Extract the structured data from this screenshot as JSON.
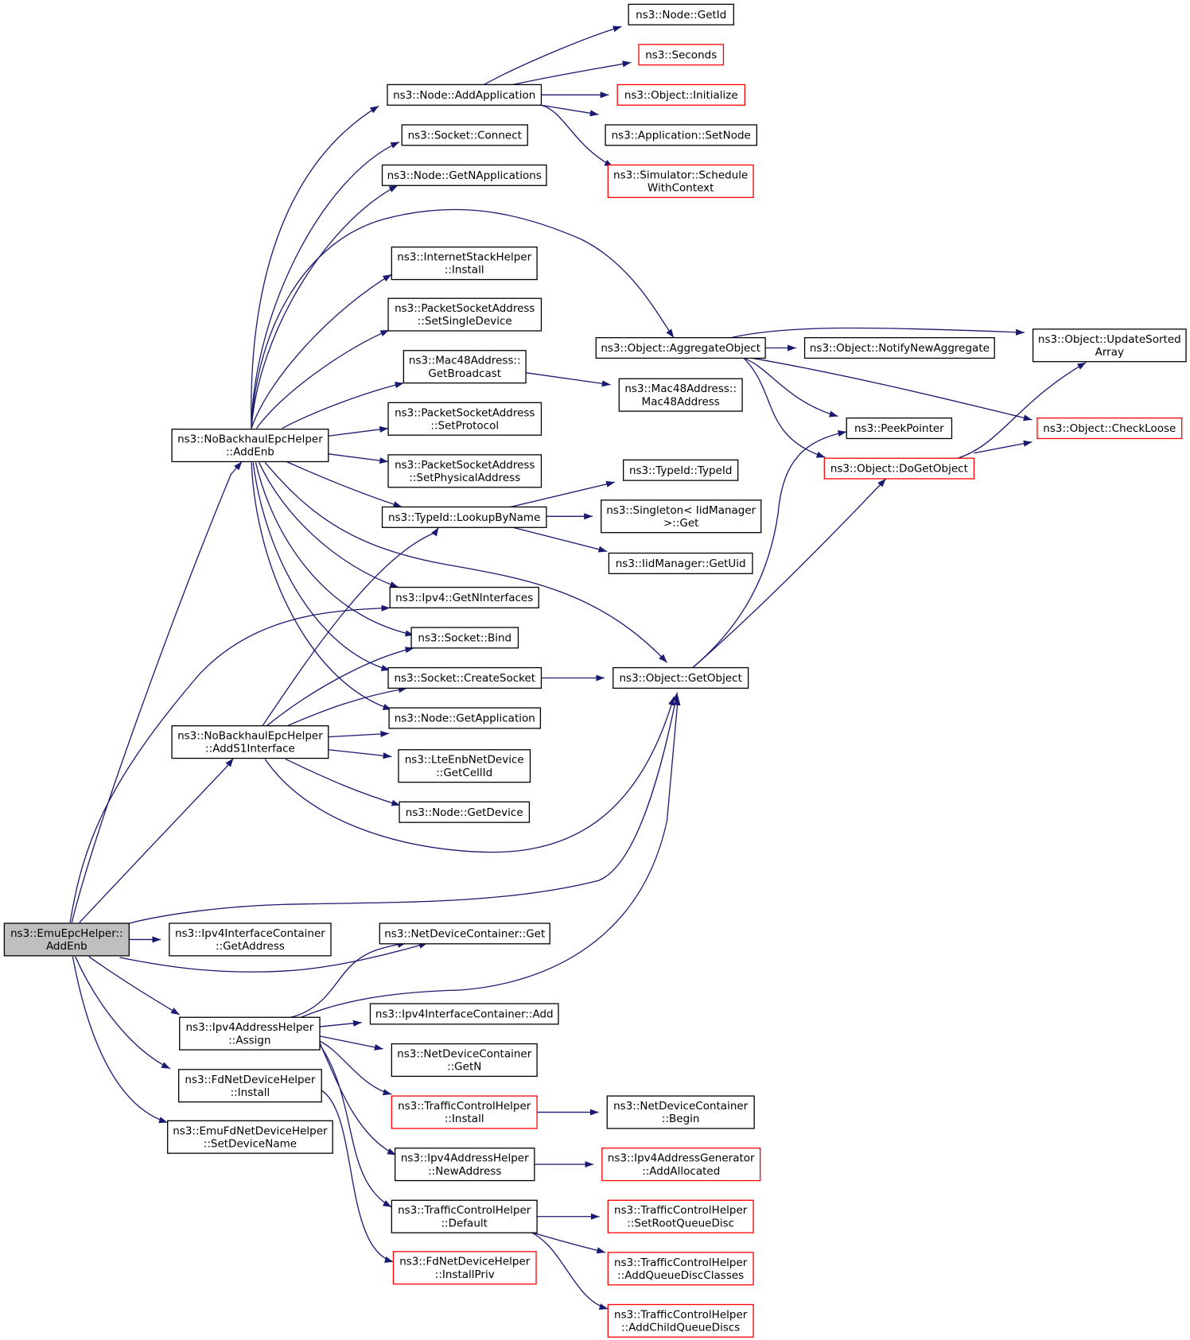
{
  "nodes": [
    {
      "id": "emu_addenb",
      "lines": [
        "ns3::EmuEpcHelper::",
        "AddEnb"
      ],
      "style": "root"
    },
    {
      "id": "nb_addenb",
      "lines": [
        "ns3::NoBackhaulEpcHelper",
        "::AddEnb"
      ],
      "style": "normal"
    },
    {
      "id": "nb_adds1",
      "lines": [
        "ns3::NoBackhaulEpcHelper",
        "::AddS1Interface"
      ],
      "style": "normal"
    },
    {
      "id": "ipv4ic_getaddr",
      "lines": [
        "ns3::Ipv4InterfaceContainer",
        "::GetAddress"
      ],
      "style": "normal"
    },
    {
      "id": "ipv4ah_assign",
      "lines": [
        "ns3::Ipv4AddressHelper",
        "::Assign"
      ],
      "style": "normal"
    },
    {
      "id": "fdnd_install",
      "lines": [
        "ns3::FdNetDeviceHelper",
        "::Install"
      ],
      "style": "normal"
    },
    {
      "id": "emufd_setdev",
      "lines": [
        "ns3::EmuFdNetDeviceHelper",
        "::SetDeviceName"
      ],
      "style": "normal"
    },
    {
      "id": "node_addapp",
      "lines": [
        "ns3::Node::AddApplication"
      ],
      "style": "normal"
    },
    {
      "id": "socket_connect",
      "lines": [
        "ns3::Socket::Connect"
      ],
      "style": "normal"
    },
    {
      "id": "node_getnapps",
      "lines": [
        "ns3::Node::GetNApplications"
      ],
      "style": "normal"
    },
    {
      "id": "ish_install",
      "lines": [
        "ns3::InternetStackHelper",
        "::Install"
      ],
      "style": "normal"
    },
    {
      "id": "psa_setsingle",
      "lines": [
        "ns3::PacketSocketAddress",
        "::SetSingleDevice"
      ],
      "style": "normal"
    },
    {
      "id": "mac48_getbc",
      "lines": [
        "ns3::Mac48Address::",
        "GetBroadcast"
      ],
      "style": "normal"
    },
    {
      "id": "psa_setproto",
      "lines": [
        "ns3::PacketSocketAddress",
        "::SetProtocol"
      ],
      "style": "normal"
    },
    {
      "id": "psa_setphys",
      "lines": [
        "ns3::PacketSocketAddress",
        "::SetPhysicalAddress"
      ],
      "style": "normal"
    },
    {
      "id": "typeid_lookup",
      "lines": [
        "ns3::TypeId::LookupByName"
      ],
      "style": "normal"
    },
    {
      "id": "ipv4_getnif",
      "lines": [
        "ns3::Ipv4::GetNInterfaces"
      ],
      "style": "normal"
    },
    {
      "id": "socket_bind",
      "lines": [
        "ns3::Socket::Bind"
      ],
      "style": "normal"
    },
    {
      "id": "socket_create",
      "lines": [
        "ns3::Socket::CreateSocket"
      ],
      "style": "normal"
    },
    {
      "id": "node_getapp",
      "lines": [
        "ns3::Node::GetApplication"
      ],
      "style": "normal"
    },
    {
      "id": "lte_getcellid",
      "lines": [
        "ns3::LteEnbNetDevice",
        "::GetCellId"
      ],
      "style": "normal"
    },
    {
      "id": "node_getdevice",
      "lines": [
        "ns3::Node::GetDevice"
      ],
      "style": "normal"
    },
    {
      "id": "ndc_get",
      "lines": [
        "ns3::NetDeviceContainer::Get"
      ],
      "style": "normal"
    },
    {
      "id": "ipv4ic_add",
      "lines": [
        "ns3::Ipv4InterfaceContainer::Add"
      ],
      "style": "normal"
    },
    {
      "id": "ndc_getn",
      "lines": [
        "ns3::NetDeviceContainer",
        "::GetN"
      ],
      "style": "normal"
    },
    {
      "id": "tch_install",
      "lines": [
        "ns3::TrafficControlHelper",
        "::Install"
      ],
      "style": "red"
    },
    {
      "id": "ipv4ah_newaddr",
      "lines": [
        "ns3::Ipv4AddressHelper",
        "::NewAddress"
      ],
      "style": "normal"
    },
    {
      "id": "tch_default",
      "lines": [
        "ns3::TrafficControlHelper",
        "::Default"
      ],
      "style": "normal"
    },
    {
      "id": "fdnd_installpriv",
      "lines": [
        "ns3::FdNetDeviceHelper",
        "::InstallPriv"
      ],
      "style": "red"
    },
    {
      "id": "node_getid",
      "lines": [
        "ns3::Node::GetId"
      ],
      "style": "normal"
    },
    {
      "id": "seconds",
      "lines": [
        "ns3::Seconds"
      ],
      "style": "red"
    },
    {
      "id": "obj_init",
      "lines": [
        "ns3::Object::Initialize"
      ],
      "style": "red"
    },
    {
      "id": "app_setnode",
      "lines": [
        "ns3::Application::SetNode"
      ],
      "style": "normal"
    },
    {
      "id": "sim_schedctx",
      "lines": [
        "ns3::Simulator::Schedule",
        "WithContext"
      ],
      "style": "red"
    },
    {
      "id": "obj_aggregate",
      "lines": [
        "ns3::Object::AggregateObject"
      ],
      "style": "normal"
    },
    {
      "id": "mac48_ctor",
      "lines": [
        "ns3::Mac48Address::",
        "Mac48Address"
      ],
      "style": "normal"
    },
    {
      "id": "typeid_ctor",
      "lines": [
        "ns3::TypeId::TypeId"
      ],
      "style": "normal"
    },
    {
      "id": "singleton_get",
      "lines": [
        "ns3::Singleton< IidManager",
        ">::Get"
      ],
      "style": "normal"
    },
    {
      "id": "iid_getuid",
      "lines": [
        "ns3::IidManager::GetUid"
      ],
      "style": "normal"
    },
    {
      "id": "obj_getobject",
      "lines": [
        "ns3::Object::GetObject"
      ],
      "style": "normal"
    },
    {
      "id": "ndc_begin",
      "lines": [
        "ns3::NetDeviceContainer",
        "::Begin"
      ],
      "style": "normal"
    },
    {
      "id": "ipv4ag_addalloc",
      "lines": [
        "ns3::Ipv4AddressGenerator",
        "::AddAllocated"
      ],
      "style": "red"
    },
    {
      "id": "tch_setroot",
      "lines": [
        "ns3::TrafficControlHelper",
        "::SetRootQueueDisc"
      ],
      "style": "red"
    },
    {
      "id": "tch_addqdc",
      "lines": [
        "ns3::TrafficControlHelper",
        "::AddQueueDiscClasses"
      ],
      "style": "red"
    },
    {
      "id": "tch_addchild",
      "lines": [
        "ns3::TrafficControlHelper",
        "::AddChildQueueDiscs"
      ],
      "style": "red"
    },
    {
      "id": "obj_notifyagg",
      "lines": [
        "ns3::Object::NotifyNewAggregate"
      ],
      "style": "normal"
    },
    {
      "id": "peekpointer",
      "lines": [
        "ns3::PeekPointer"
      ],
      "style": "normal"
    },
    {
      "id": "obj_dogetobject",
      "lines": [
        "ns3::Object::DoGetObject"
      ],
      "style": "red"
    },
    {
      "id": "obj_updsorted",
      "lines": [
        "ns3::Object::UpdateSorted",
        "Array"
      ],
      "style": "normal"
    },
    {
      "id": "obj_checkloose",
      "lines": [
        "ns3::Object::CheckLoose"
      ],
      "style": "red"
    }
  ],
  "edges": [
    {
      "from": "emu_addenb",
      "to": "nb_addenb"
    },
    {
      "from": "emu_addenb",
      "to": "nb_adds1"
    },
    {
      "from": "emu_addenb",
      "to": "ipv4ic_getaddr"
    },
    {
      "from": "emu_addenb",
      "to": "ipv4ah_assign"
    },
    {
      "from": "emu_addenb",
      "to": "fdnd_install"
    },
    {
      "from": "emu_addenb",
      "to": "emufd_setdev"
    },
    {
      "from": "emu_addenb",
      "to": "ipv4_getnif"
    },
    {
      "from": "emu_addenb",
      "to": "obj_getobject"
    },
    {
      "from": "emu_addenb",
      "to": "ndc_get"
    },
    {
      "from": "nb_addenb",
      "to": "node_addapp"
    },
    {
      "from": "nb_addenb",
      "to": "socket_connect"
    },
    {
      "from": "nb_addenb",
      "to": "node_getnapps"
    },
    {
      "from": "nb_addenb",
      "to": "ish_install"
    },
    {
      "from": "nb_addenb",
      "to": "psa_setsingle"
    },
    {
      "from": "nb_addenb",
      "to": "mac48_getbc"
    },
    {
      "from": "nb_addenb",
      "to": "psa_setproto"
    },
    {
      "from": "nb_addenb",
      "to": "psa_setphys"
    },
    {
      "from": "nb_addenb",
      "to": "typeid_lookup"
    },
    {
      "from": "nb_addenb",
      "to": "ipv4_getnif"
    },
    {
      "from": "nb_addenb",
      "to": "socket_bind"
    },
    {
      "from": "nb_addenb",
      "to": "socket_create"
    },
    {
      "from": "nb_addenb",
      "to": "node_getapp"
    },
    {
      "from": "nb_addenb",
      "to": "obj_aggregate"
    },
    {
      "from": "nb_addenb",
      "to": "obj_getobject"
    },
    {
      "from": "nb_adds1",
      "to": "typeid_lookup"
    },
    {
      "from": "nb_adds1",
      "to": "socket_bind"
    },
    {
      "from": "nb_adds1",
      "to": "socket_create"
    },
    {
      "from": "nb_adds1",
      "to": "node_getapp"
    },
    {
      "from": "nb_adds1",
      "to": "lte_getcellid"
    },
    {
      "from": "nb_adds1",
      "to": "node_getdevice"
    },
    {
      "from": "nb_adds1",
      "to": "obj_getobject"
    },
    {
      "from": "ipv4ah_assign",
      "to": "ndc_get"
    },
    {
      "from": "ipv4ah_assign",
      "to": "ipv4ic_add"
    },
    {
      "from": "ipv4ah_assign",
      "to": "ndc_getn"
    },
    {
      "from": "ipv4ah_assign",
      "to": "tch_install"
    },
    {
      "from": "ipv4ah_assign",
      "to": "ipv4ah_newaddr"
    },
    {
      "from": "ipv4ah_assign",
      "to": "tch_default"
    },
    {
      "from": "ipv4ah_assign",
      "to": "obj_getobject"
    },
    {
      "from": "fdnd_install",
      "to": "fdnd_installpriv"
    },
    {
      "from": "node_addapp",
      "to": "node_getid"
    },
    {
      "from": "node_addapp",
      "to": "seconds"
    },
    {
      "from": "node_addapp",
      "to": "obj_init"
    },
    {
      "from": "node_addapp",
      "to": "app_setnode"
    },
    {
      "from": "node_addapp",
      "to": "sim_schedctx"
    },
    {
      "from": "mac48_getbc",
      "to": "mac48_ctor"
    },
    {
      "from": "typeid_lookup",
      "to": "typeid_ctor"
    },
    {
      "from": "typeid_lookup",
      "to": "singleton_get"
    },
    {
      "from": "typeid_lookup",
      "to": "iid_getuid"
    },
    {
      "from": "socket_create",
      "to": "obj_getobject"
    },
    {
      "from": "tch_install",
      "to": "ndc_begin"
    },
    {
      "from": "ipv4ah_newaddr",
      "to": "ipv4ag_addalloc"
    },
    {
      "from": "tch_default",
      "to": "tch_setroot"
    },
    {
      "from": "tch_default",
      "to": "tch_addqdc"
    },
    {
      "from": "tch_default",
      "to": "tch_addchild"
    },
    {
      "from": "obj_aggregate",
      "to": "obj_notifyagg"
    },
    {
      "from": "obj_aggregate",
      "to": "peekpointer"
    },
    {
      "from": "obj_aggregate",
      "to": "obj_dogetobject"
    },
    {
      "from": "obj_aggregate",
      "to": "obj_updsorted"
    },
    {
      "from": "obj_aggregate",
      "to": "obj_checkloose"
    },
    {
      "from": "obj_getobject",
      "to": "peekpointer"
    },
    {
      "from": "obj_getobject",
      "to": "obj_dogetobject"
    },
    {
      "from": "obj_dogetobject",
      "to": "obj_updsorted"
    },
    {
      "from": "obj_dogetobject",
      "to": "obj_checkloose"
    }
  ]
}
